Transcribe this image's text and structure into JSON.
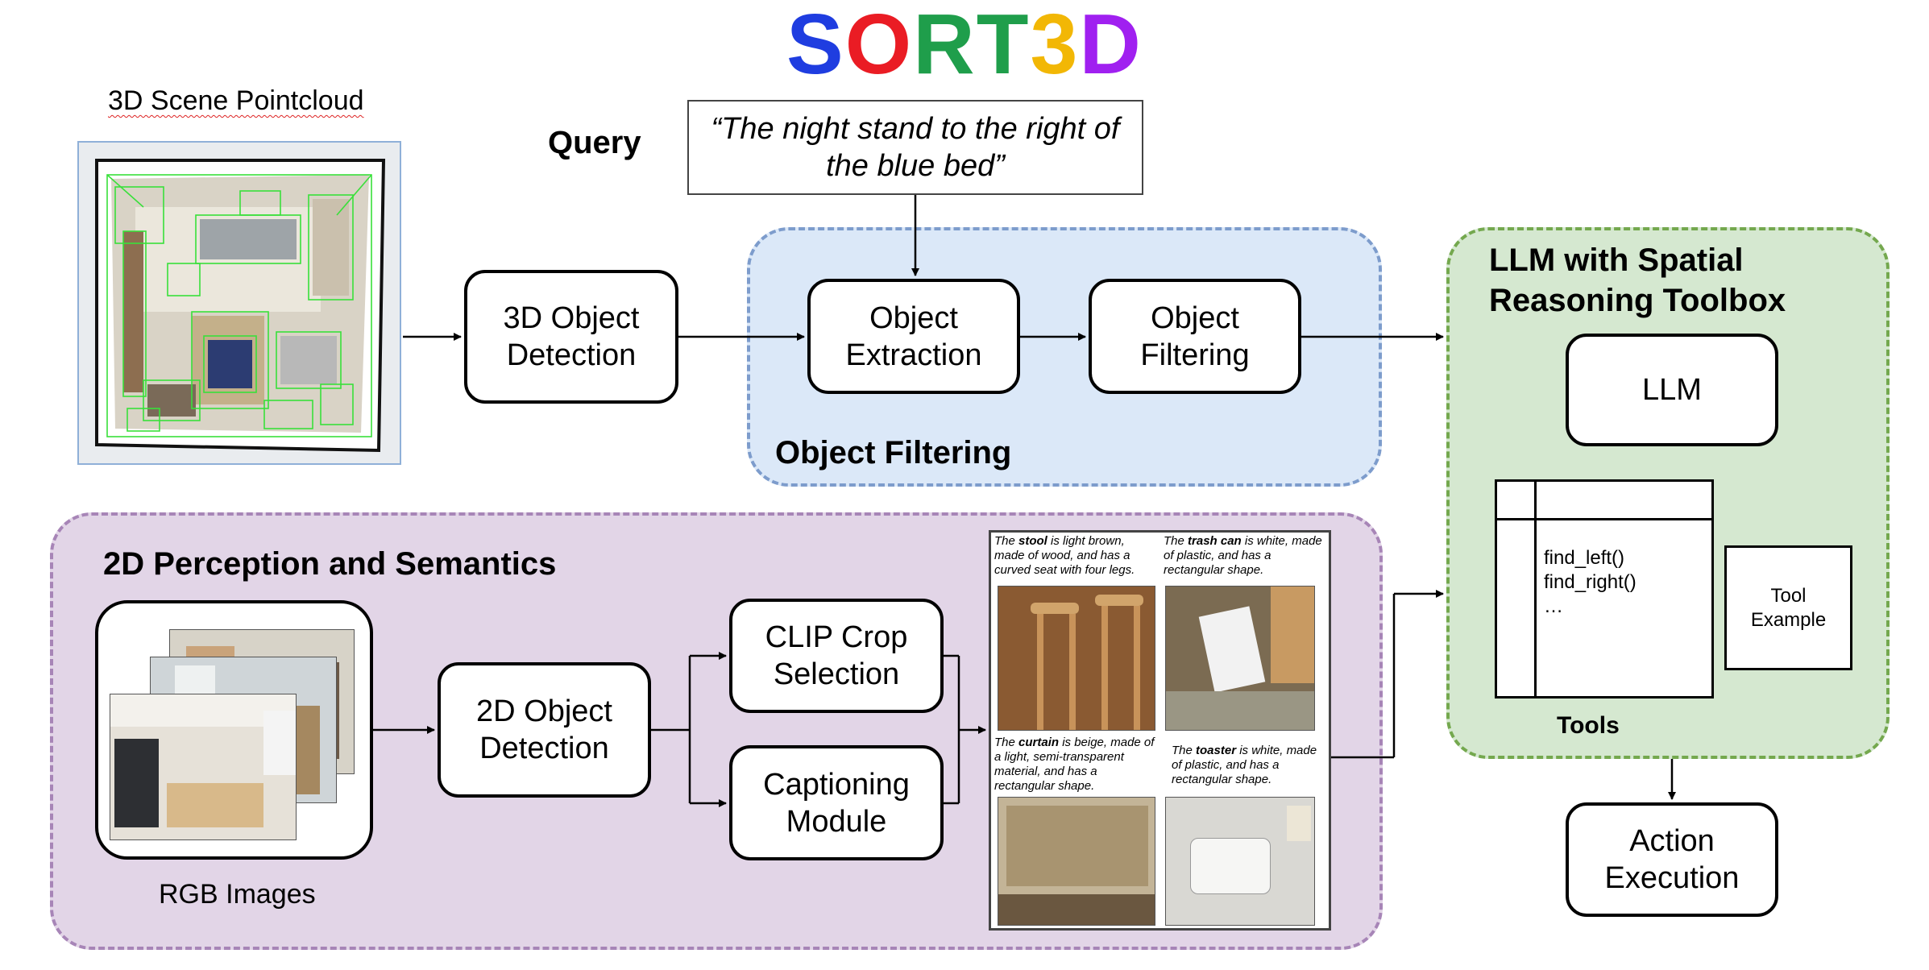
{
  "title": {
    "letters": [
      {
        "char": "S",
        "color": "#1f3de0"
      },
      {
        "char": "O",
        "color": "#ea1c24"
      },
      {
        "char": "R",
        "color": "#1f9e4b"
      },
      {
        "char": "T",
        "color": "#1f9e4b"
      },
      {
        "char": "3",
        "color": "#f2b705"
      },
      {
        "char": "D",
        "color": "#a020f0"
      }
    ]
  },
  "pointcloud": {
    "label": "3D Scene Pointcloud"
  },
  "query": {
    "label": "Query",
    "text": "“The night stand to the right of the blue bed”"
  },
  "boxes": {
    "detection3d": "3D Object Detection",
    "extraction": "Object Extraction",
    "filtering": "Object Filtering",
    "llm": "LLM",
    "action": "Action Execution",
    "detection2d": "2D Object Detection",
    "clip": "CLIP Crop Selection",
    "captioning": "Captioning Module"
  },
  "regions": {
    "object_filtering": "Object Filtering",
    "llm_toolbox": "LLM with Spatial Reasoning Toolbox",
    "perception": "2D Perception and Semantics"
  },
  "rgb": {
    "label": "RGB Images"
  },
  "tools": {
    "functions": [
      "find_left()",
      "find_right()",
      "…"
    ],
    "example": "Tool Example",
    "label": "Tools"
  },
  "captions": {
    "stool": {
      "pre": "The ",
      "bold": "stool",
      "post": " is light brown, made of wood, and has a curved seat with four legs."
    },
    "trash": {
      "pre": "The ",
      "bold": "trash can",
      "post": " is white, made of plastic, and has a rectangular shape."
    },
    "curtain": {
      "pre": "The ",
      "bold": "curtain",
      "post": " is beige, made of a light, semi-transparent material, and has a rectangular shape."
    },
    "toaster": {
      "pre": "The ",
      "bold": "toaster",
      "post": " is white, made of plastic, and has a rectangular shape."
    }
  },
  "colors": {
    "blue_region_fill": "#dbe8f8",
    "blue_region_border": "#7d9ccc",
    "green_region_fill": "#d5e8d0",
    "green_region_border": "#74a84e",
    "purple_region_fill": "#e2d5e7",
    "purple_region_border": "#a785b7",
    "bbox_green": "#39e03a"
  }
}
